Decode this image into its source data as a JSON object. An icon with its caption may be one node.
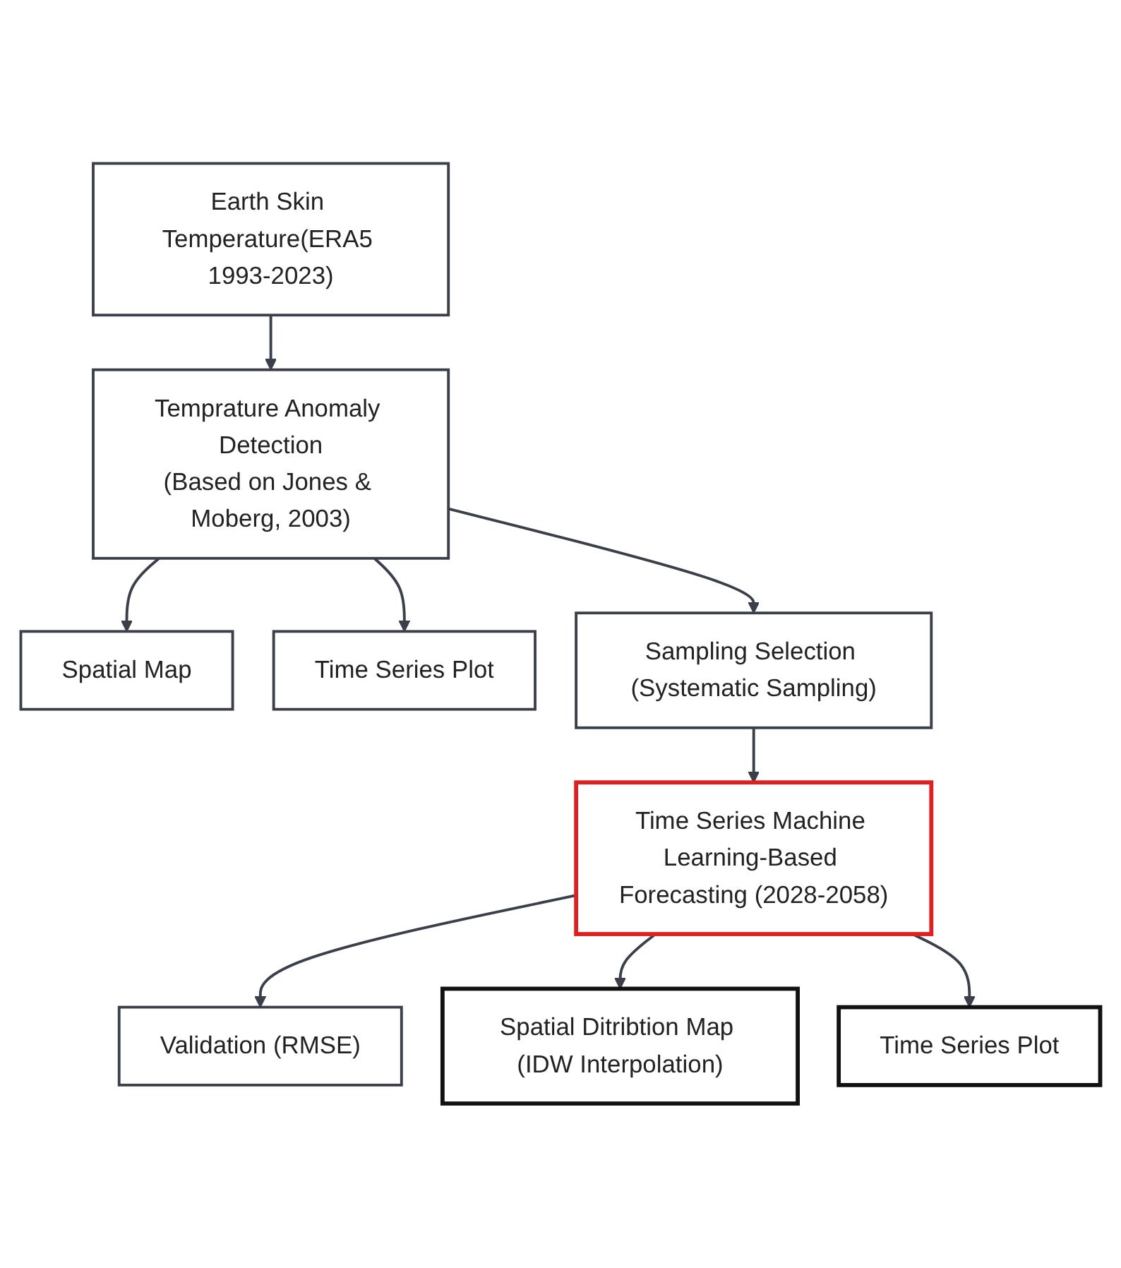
{
  "diagram": {
    "nodes": [
      {
        "text": [
          "Earth Skin Temperature(ERA5 1993-2023)"
        ]
      },
      {
        "text": [
          "Temprature Anomaly Detection",
          "(Based on Jones & Moberg, 2003)"
        ]
      },
      {
        "text": [
          "Spatial Map"
        ]
      },
      {
        "text": [
          "Time Series Plot"
        ]
      },
      {
        "text": [
          "Sampling Selection (Systematic Sampling)"
        ]
      },
      {
        "text": [
          "Time Series Machine Learning-Based Forecasting (2028-2058)"
        ]
      },
      {
        "text": [
          "Validation (RMSE)"
        ]
      },
      {
        "text": [
          "Spatial Ditribtion Map (IDW Interpolation)"
        ]
      },
      {
        "text": [
          "Time Series Plot"
        ]
      }
    ],
    "edges": [
      {
        "from": 0,
        "to": 1,
        "arrow": "to"
      },
      {
        "from": 1,
        "to": 2,
        "arrow": "to"
      },
      {
        "from": 1,
        "to": 3,
        "arrow": "to"
      },
      {
        "from": 1,
        "to": 4,
        "arrow": "to"
      },
      {
        "from": 4,
        "to": 5,
        "arrow": "to"
      },
      {
        "from": 5,
        "to": 6,
        "arrow": "to"
      },
      {
        "from": 5,
        "to": 7,
        "arrow": "to"
      },
      {
        "from": 5,
        "to": 8,
        "arrow": "to"
      }
    ]
  }
}
